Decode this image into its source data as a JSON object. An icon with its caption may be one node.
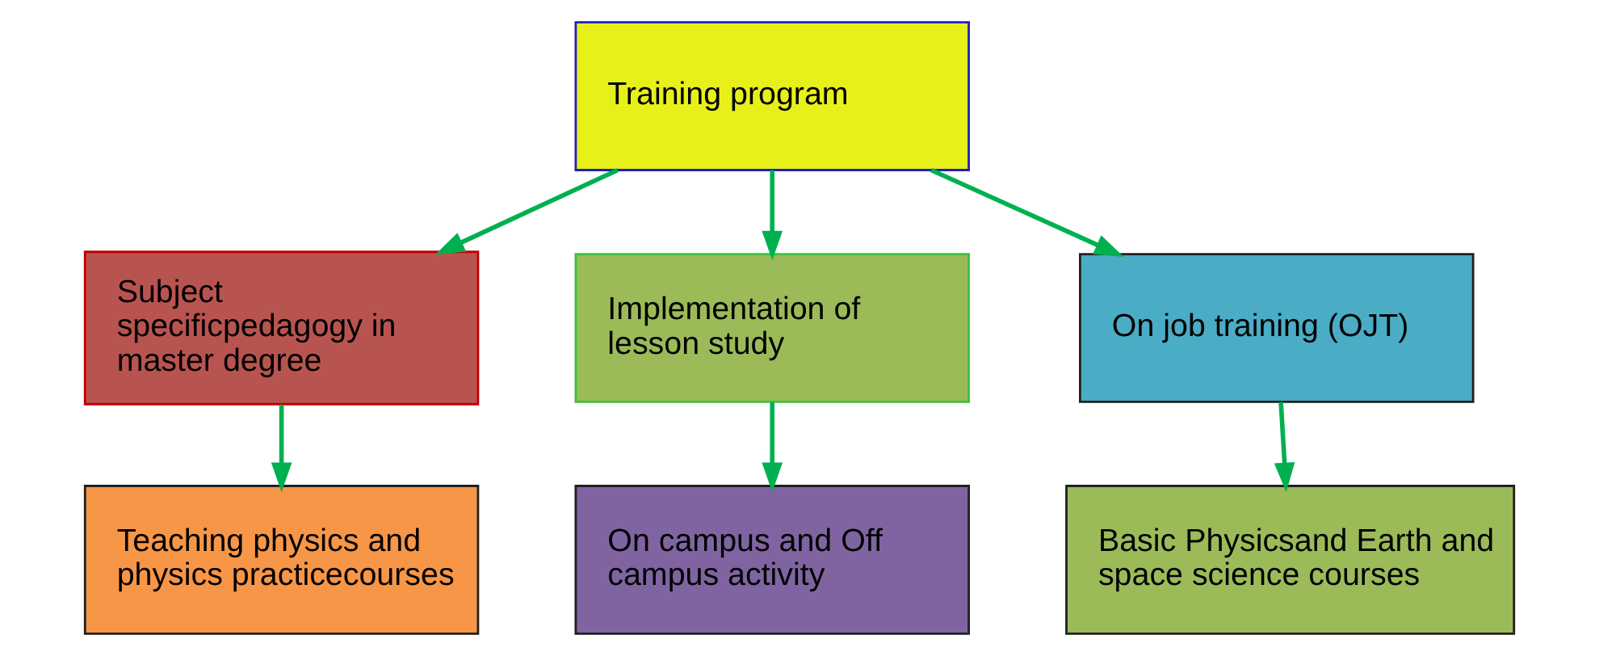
{
  "diagram": {
    "nodes": [
      {
        "text": [
          "Training program"
        ]
      },
      {
        "text": [
          "Subject specificpedagogy in master degree"
        ]
      },
      {
        "text": [
          "Implementation of lesson study"
        ]
      },
      {
        "text": [
          "On job training (OJT)"
        ]
      },
      {
        "text": [
          "Teaching physics and physics practicecourses"
        ]
      },
      {
        "text": [
          "On campus and Off campus activity"
        ]
      },
      {
        "text": [
          "Basic Physicsand Earth and space science courses"
        ]
      }
    ],
    "edges": [
      {
        "from": 0,
        "to": 1,
        "arrow": "to"
      },
      {
        "from": 0,
        "to": 2,
        "arrow": "to"
      },
      {
        "from": 0,
        "to": 3,
        "arrow": "to"
      },
      {
        "from": 1,
        "to": 4,
        "arrow": "to"
      },
      {
        "from": 2,
        "to": 5,
        "arrow": "to"
      },
      {
        "from": 3,
        "to": 6,
        "arrow": "to"
      }
    ]
  }
}
